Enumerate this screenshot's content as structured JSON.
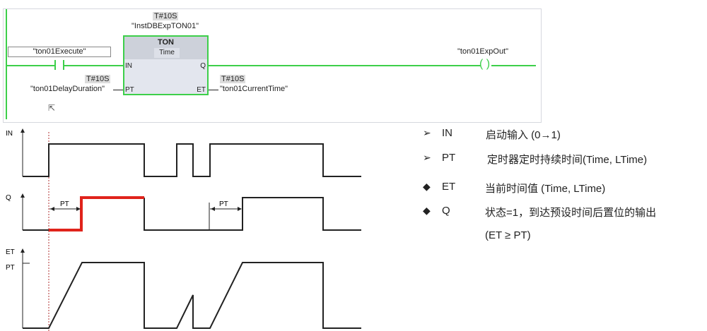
{
  "ladder": {
    "instance_time": "T#10S",
    "instance_db": "\"InstDBExpTON01\"",
    "block_title": "TON",
    "block_type": "Time",
    "pin_in": "IN",
    "pin_q": "Q",
    "pin_pt": "PT",
    "pin_et": "ET",
    "contact_tag": "\"ton01Execute\"",
    "pt_value": "T#10S",
    "pt_tag": "\"ton01DelayDuration\"",
    "et_value": "T#10S",
    "et_tag": "\"ton01CurrentTime\"",
    "coil_tag": "\"ton01ExpOut\"",
    "coil_glyph": "( )",
    "accent_color": "#3dcf4a"
  },
  "timing": {
    "in_label": "IN",
    "q_label": "Q",
    "et_label": "ET",
    "et_pt_label": "PT",
    "pt_annotation_1": "PT",
    "pt_annotation_2": "PT",
    "highlight_color": "#e0231b",
    "in_edges": [
      0,
      1,
      0,
      1,
      0,
      1,
      0
    ],
    "q_highlighted_segment": "first delayed pulse"
  },
  "description": {
    "items": [
      {
        "bullet": "arrow",
        "glyph": "➢",
        "name": "IN",
        "text": "启动输入 (0→1)"
      },
      {
        "bullet": "arrow",
        "glyph": "➢",
        "name": "PT",
        "text": "定时器定时持续时间(Time, LTime)"
      },
      {
        "bullet": "diamond",
        "glyph": "◆",
        "name": "ET",
        "text": "当前时间值 (Time, LTime)"
      },
      {
        "bullet": "diamond",
        "glyph": "◆",
        "name": "Q",
        "text": "状态=1，到达预设时间后置位的输出"
      }
    ],
    "continuation": "(ET ≥ PT)"
  }
}
